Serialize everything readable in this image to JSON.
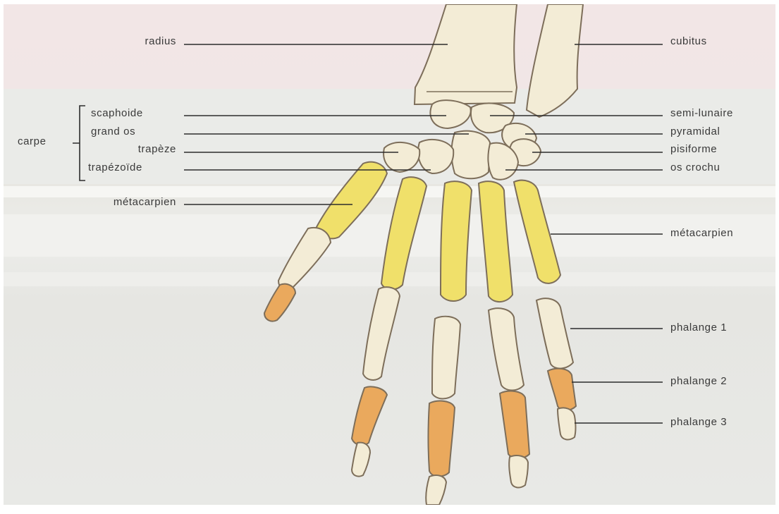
{
  "figure": {
    "labels_left": {
      "radius": "radius",
      "scaphoide": "scaphoide",
      "grand_os": "grand os",
      "trapeze": "trapèze",
      "trapezoide": "trapézoïde",
      "carpe": "carpe",
      "metacarpien": "métacarpien"
    },
    "labels_right": {
      "cubitus": "cubitus",
      "semi_lunaire": "semi-lunaire",
      "pyramidal": "pyramidal",
      "pisiforme": "pisiforme",
      "os_crochu": "os crochu",
      "metacarpien": "métacarpien",
      "phalange_1": "phalange 1",
      "phalange_2": "phalange 2",
      "phalange_3": "phalange 3"
    },
    "colors": {
      "carpal_bone": "#f3ecd6",
      "metacarpal_bone": "#f0e06a",
      "distal_phalanx": "#eaa95d",
      "outline": "#7d6e5a"
    }
  }
}
